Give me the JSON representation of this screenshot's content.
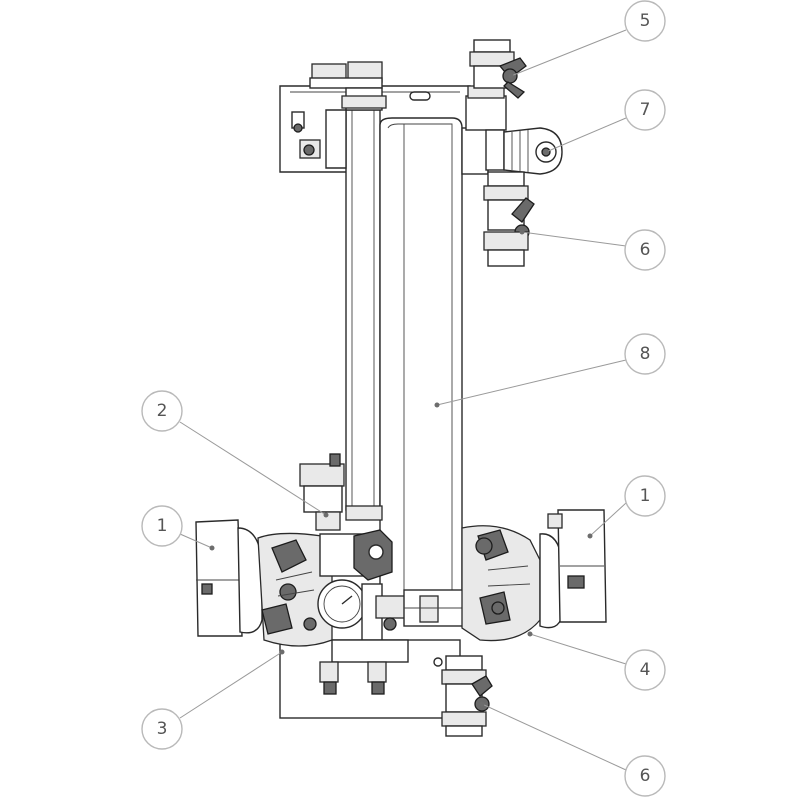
{
  "callouts": [
    {
      "id": "c5",
      "number": "5"
    },
    {
      "id": "c7",
      "number": "7"
    },
    {
      "id": "c6a",
      "number": "6"
    },
    {
      "id": "c8",
      "number": "8"
    },
    {
      "id": "c2",
      "number": "2"
    },
    {
      "id": "c1a",
      "number": "1"
    },
    {
      "id": "c1b",
      "number": "1"
    },
    {
      "id": "c4",
      "number": "4"
    },
    {
      "id": "c3",
      "number": "3"
    },
    {
      "id": "c6b",
      "number": "6"
    }
  ],
  "colors": {
    "line": "#2a2a2a",
    "bubble_stroke": "#b9b9b9",
    "number": "#555555",
    "dark_part": "#6a6a6a"
  }
}
